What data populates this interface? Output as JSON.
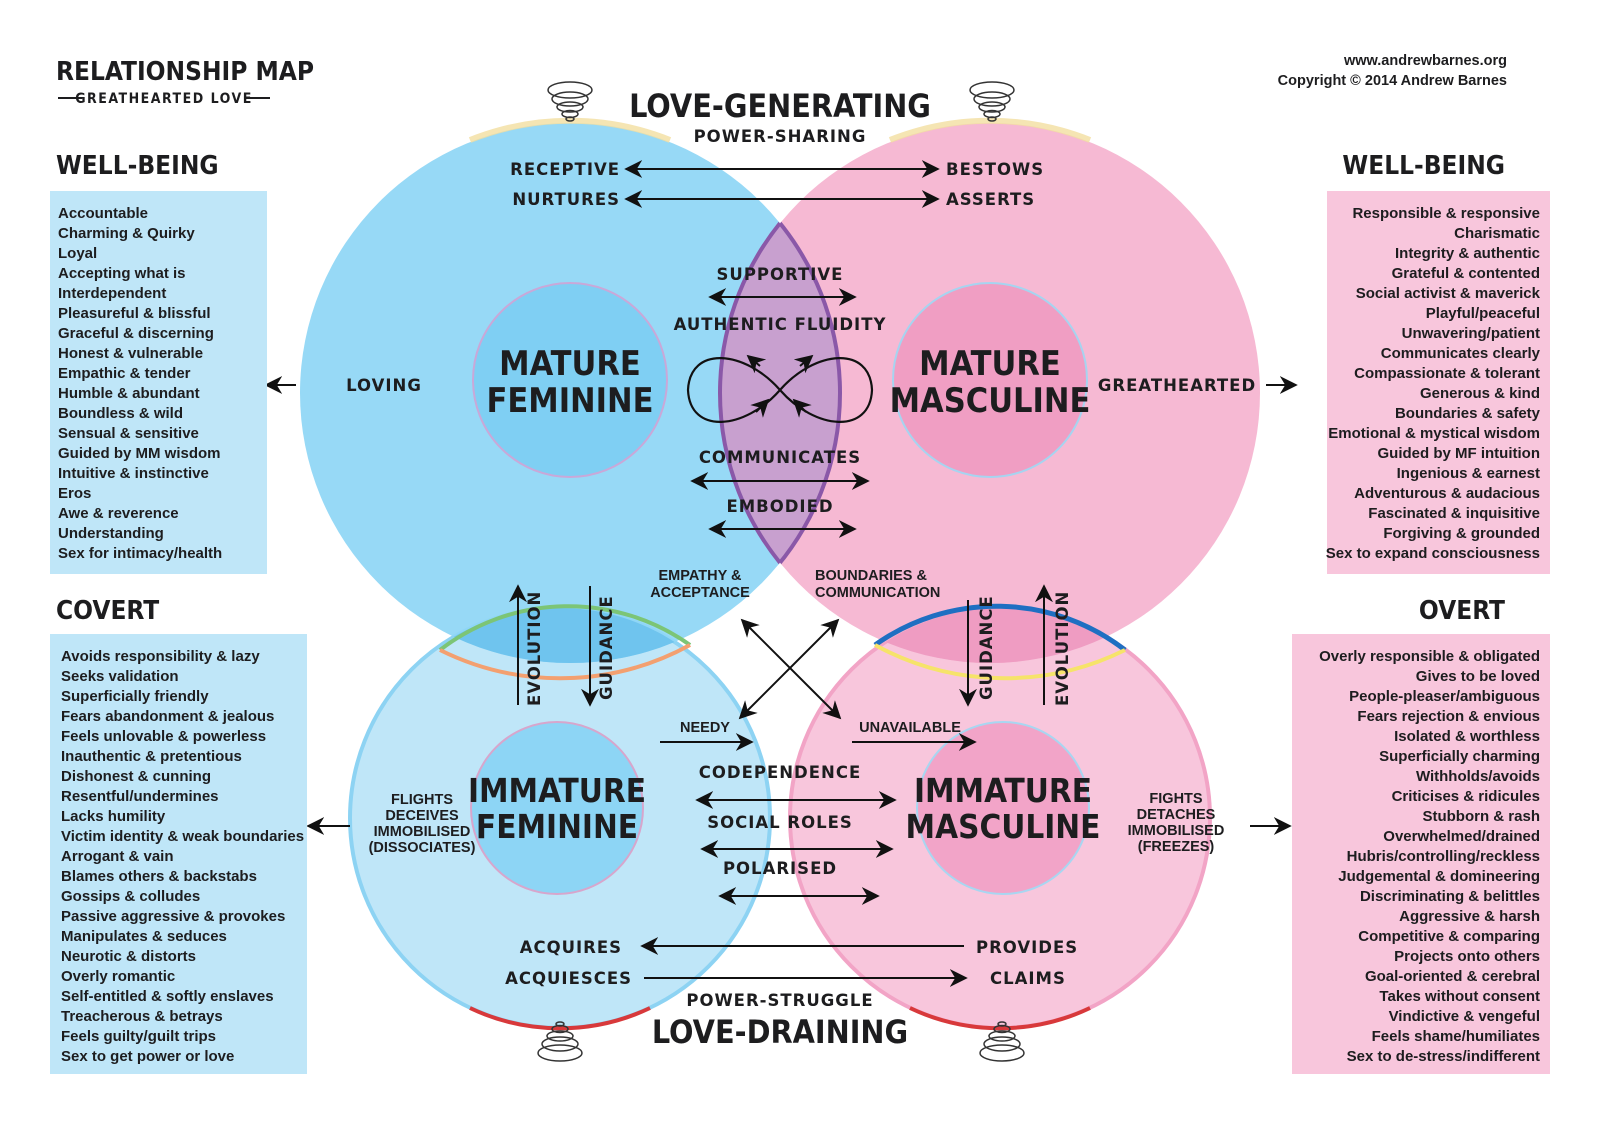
{
  "header": {
    "title": "RELATIONSHIP MAP",
    "subtitle": "GREATHEARTED LOVE",
    "website": "www.andrewbarnes.org",
    "copyright": "Copyright © 2014 Andrew Barnes"
  },
  "top": {
    "title": "LOVE-GENERATING",
    "subtitle": "POWER-SHARING"
  },
  "bottom": {
    "title": "LOVE-DRAINING",
    "subtitle": "POWER-STRUGGLE"
  },
  "circles": {
    "mature_feminine": {
      "line1": "MATURE",
      "line2": "FEMININE",
      "side_label": "LOVING"
    },
    "mature_masculine": {
      "line1": "MATURE",
      "line2": "MASCULINE",
      "side_label": "GREATHEARTED"
    },
    "immature_feminine": {
      "line1": "IMMATURE",
      "line2": "FEMININE",
      "side_label": [
        "FLIGHTS",
        "DECEIVES",
        "IMMOBILISED",
        "(DISSOCIATES)"
      ]
    },
    "immature_masculine": {
      "line1": "IMMATURE",
      "line2": "MASCULINE",
      "side_label": [
        "FIGHTS",
        "DETACHES",
        "IMMOBILISED",
        "(FREEZES)"
      ]
    }
  },
  "center": {
    "top_pairs": [
      {
        "left": "RECEPTIVE",
        "right": "BESTOWS"
      },
      {
        "left": "NURTURES",
        "right": "ASSERTS"
      }
    ],
    "overlap": [
      "SUPPORTIVE",
      "AUTHENTIC FLUIDITY",
      "COMMUNICATES",
      "EMBODIED"
    ],
    "empathy": [
      "EMPATHY &",
      "ACCEPTANCE"
    ],
    "boundaries": [
      "BOUNDARIES &",
      "COMMUNICATION"
    ],
    "needy": "NEEDY",
    "unavailable": "UNAVAILABLE",
    "lower": [
      "CODEPENDENCE",
      "SOCIAL ROLES",
      "POLARISED"
    ],
    "bottom_pairs": [
      {
        "left": "ACQUIRES",
        "right": "PROVIDES"
      },
      {
        "left": "ACQUIESCES",
        "right": "CLAIMS"
      }
    ],
    "evolution": "EVOLUTION",
    "guidance": "GUIDANCE"
  },
  "panels": {
    "well_being_left": {
      "heading": "WELL-BEING",
      "items": [
        "Accountable",
        "Charming & Quirky",
        "Loyal",
        "Accepting what is",
        "Interdependent",
        "Pleasureful & blissful",
        "Graceful & discerning",
        "Honest & vulnerable",
        "Empathic & tender",
        "Humble & abundant",
        "Boundless & wild",
        "Sensual & sensitive",
        "Guided by MM wisdom",
        "Intuitive & instinctive",
        "Eros",
        "Awe & reverence",
        "Understanding",
        "Sex for intimacy/health"
      ]
    },
    "well_being_right": {
      "heading": "WELL-BEING",
      "items": [
        "Responsible & responsive",
        "Charismatic",
        "Integrity & authentic",
        "Grateful & contented",
        "Social activist & maverick",
        "Playful/peaceful",
        "Unwavering/patient",
        "Communicates clearly",
        "Compassionate & tolerant",
        "Generous & kind",
        "Boundaries & safety",
        "Emotional & mystical wisdom",
        "Guided by MF intuition",
        "Ingenious & earnest",
        "Adventurous & audacious",
        "Fascinated & inquisitive",
        "Forgiving & grounded",
        "Sex to expand consciousness"
      ]
    },
    "covert": {
      "heading": "COVERT",
      "items": [
        "Avoids responsibility & lazy",
        "Seeks validation",
        "Superficially friendly",
        "Fears abandonment & jealous",
        "Feels unlovable & powerless",
        "Inauthentic & pretentious",
        "Dishonest & cunning",
        "Resentful/undermines",
        "Lacks humility",
        "Victim identity & weak boundaries",
        "Arrogant & vain",
        "Blames others & backstabs",
        "Gossips & colludes",
        "Passive aggressive & provokes",
        "Manipulates & seduces",
        "Neurotic & distorts",
        "Overly romantic",
        "Self-entitled & softly enslaves",
        "Treacherous & betrays",
        "Feels guilty/guilt trips",
        "Sex to get power or love"
      ]
    },
    "overt": {
      "heading": "OVERT",
      "items": [
        "Overly responsible & obligated",
        "Gives to be loved",
        "People-pleaser/ambiguous",
        "Fears rejection & envious",
        "Isolated & worthless",
        "Superficially charming",
        "Withholds/avoids",
        "Criticises & ridicules",
        "Stubborn & rash",
        "Overwhelmed/drained",
        "Hubris/controlling/reckless",
        "Judgemental & domineering",
        "Discriminating & belittles",
        "Aggressive & harsh",
        "Competitive & comparing",
        "Projects onto others",
        "Goal-oriented & cerebral",
        "Takes without consent",
        "Vindictive & vengeful",
        "Feels shame/humiliates",
        "Sex to de-stress/indifferent"
      ]
    }
  },
  "colors": {
    "blue_circle": "#7ed0f2",
    "pink_circle": "#f5a9c9",
    "blue_panel": "#bfe6f8",
    "pink_panel": "#f8c6dc",
    "overlap_purple": "#b77fbb"
  }
}
